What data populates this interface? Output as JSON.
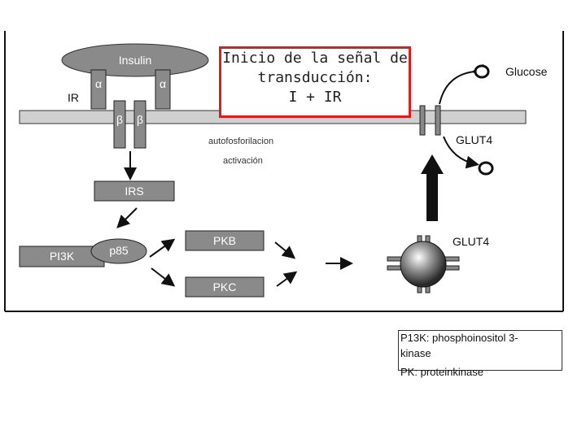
{
  "title_box": {
    "line1": "Inicio de la señal de",
    "line2": "transducción:",
    "line3": "I + IR"
  },
  "labels": {
    "insulin": "Insulin",
    "ir": "IR",
    "alpha": "α",
    "beta": "β",
    "autofosforilacion": "autofosforilacion",
    "activacion": "activación",
    "irs": "IRS",
    "pi3k": "PI3K",
    "p85": "p85",
    "pkb": "PKB",
    "pkc": "PKC",
    "glucose": "Glucose",
    "glut4_membrane": "GLUT4",
    "glut4_vesicle": "GLUT4"
  },
  "legend": {
    "line1_abbr": "P13K:",
    "line1_text": "phosphoinositol 3-",
    "line1_cont": "kinase",
    "line2_abbr": "PK:",
    "line2_text": "proteinkinase"
  },
  "colors": {
    "box_fill": "#888888",
    "membrane": "#cccccc",
    "highlight": "#d81e1e",
    "text_dark": "#111111"
  }
}
